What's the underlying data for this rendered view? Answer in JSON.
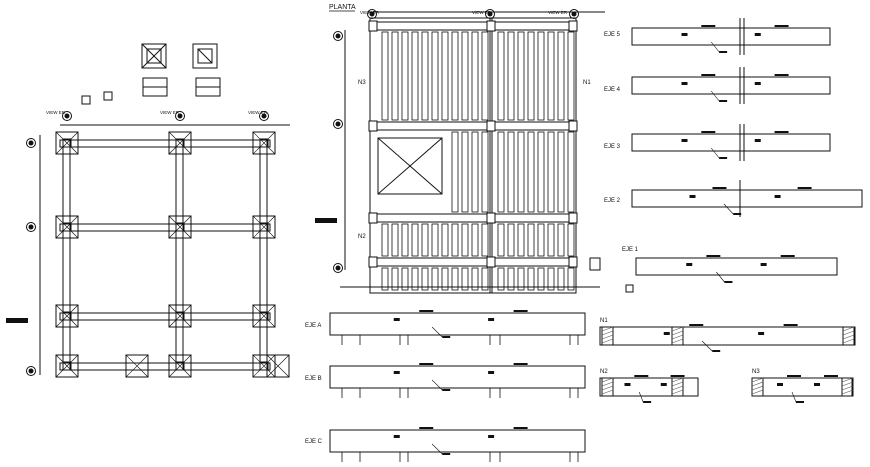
{
  "plan_title": "PLANTA",
  "view_marker": "VIEW ER",
  "axes": {
    "eje5": "EJE 5",
    "eje4": "EJE 4",
    "eje3": "EJE 3",
    "eje2": "EJE 2",
    "eje1": "EJE 1",
    "ejeA": "EJE A",
    "ejeB": "EJE B",
    "ejeC": "EJE C"
  },
  "nerves": {
    "n1": "N1",
    "n2": "N2",
    "n3": "N3"
  },
  "colors": {
    "line": "#111111",
    "hatch": "#555555"
  }
}
